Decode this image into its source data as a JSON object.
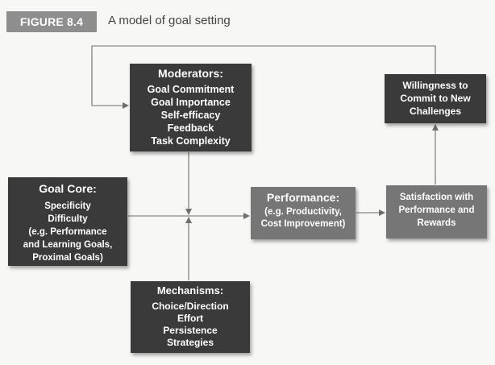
{
  "figure": {
    "badge": "FIGURE 8.4",
    "title": "A model of goal setting"
  },
  "boxes": {
    "moderators": {
      "heading": "Moderators:",
      "lines": [
        "Goal Commitment",
        "Goal Importance",
        "Self-efficacy",
        "Feedback",
        "Task Complexity"
      ]
    },
    "goal_core": {
      "heading": "Goal Core:",
      "lines": [
        "Specificity",
        "Difficulty",
        "(e.g. Performance",
        "and Learning Goals,",
        "Proximal Goals)"
      ]
    },
    "mechanisms": {
      "heading": "Mechanisms:",
      "lines": [
        "Choice/Direction",
        "Effort",
        "Persistence",
        "Strategies"
      ]
    },
    "performance": {
      "heading": "Performance:",
      "lines": [
        "(e.g. Productivity,",
        "Cost Improvement)"
      ]
    },
    "satisfaction": {
      "lines": [
        "Satisfaction with",
        "Performance and",
        "Rewards"
      ]
    },
    "willingness": {
      "lines": [
        "Willingness to",
        "Commit to New",
        "Challenges"
      ]
    }
  },
  "colors": {
    "dark_box": "#3a3a3a",
    "mid_box": "#767676",
    "badge": "#8e8e8e",
    "connector": "#6e6e6e"
  }
}
